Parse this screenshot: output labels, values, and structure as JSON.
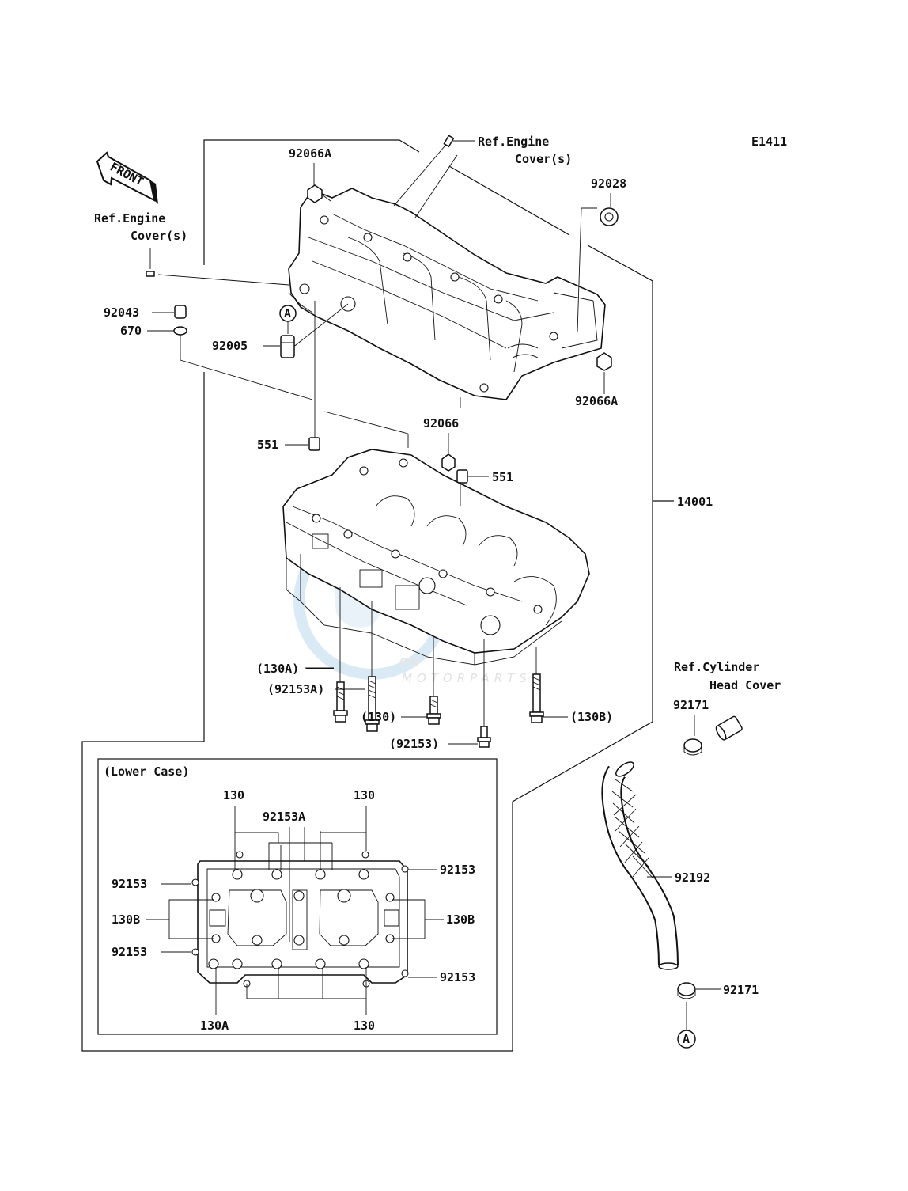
{
  "diagram": {
    "code": "E1411",
    "front_label": "FRONT",
    "ref_engine_cover_top": [
      "Ref.Engine",
      "Cover(s)"
    ],
    "ref_engine_cover_left": [
      "Ref.Engine",
      "Cover(s)"
    ],
    "ref_cylinder_head_cover": [
      "Ref.Cylinder",
      "Head Cover"
    ],
    "marker_a": "A",
    "watermark_big": "cm",
    "watermark_small": "MOTORPARTS",
    "parts": {
      "p92066A_top": "92066A",
      "p92028": "92028",
      "p92043": "92043",
      "p670": "670",
      "p92005": "92005",
      "p92066A_right": "92066A",
      "p92066": "92066",
      "p551_left": "551",
      "p551_right": "551",
      "p14001": "14001",
      "p130A": "(130A)",
      "p92153A": "(92153A)",
      "p130": "(130)",
      "p130B": "(130B)",
      "p92153": "(92153)",
      "p92171_top": "92171",
      "p92192": "92192",
      "p92171_bottom": "92171"
    },
    "inset": {
      "title": "(Lower Case)",
      "l130_top_left": "130",
      "l130_top_right": "130",
      "l92153A": "92153A",
      "l92153_left_top": "92153",
      "l130B_left": "130B",
      "l92153_left_bottom": "92153",
      "l130A": "130A",
      "l130_bottom": "130",
      "l92153_right_top": "92153",
      "l130B_right": "130B",
      "l92153_right_bottom": "92153"
    }
  },
  "colors": {
    "line": "#111111",
    "background": "#ffffff",
    "watermark": "#c9cbce"
  }
}
